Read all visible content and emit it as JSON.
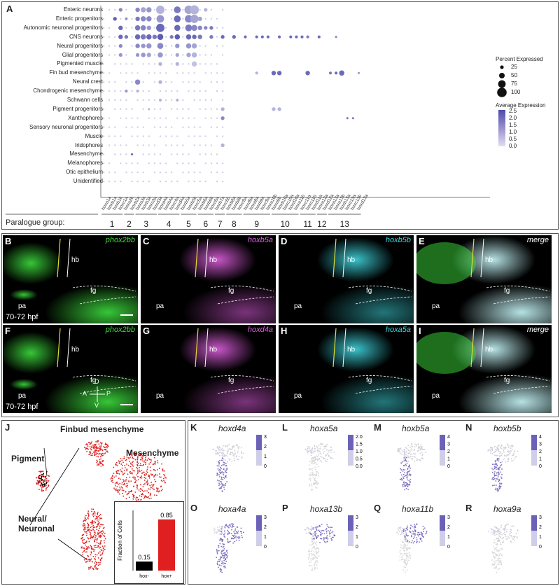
{
  "panel_a": {
    "letter": "A",
    "rows": [
      "Enteric neurons",
      "Enteric progenitors",
      "Autonomic neuronal progenitors",
      "CNS neurons",
      "Neural progenitors",
      "Glial progenitors",
      "Pigmented muscle",
      "Fin bud mesenchyme",
      "Neural crest",
      "Chondrogenic mesenchyme",
      "Schwann cells",
      "Pigment progenitors",
      "Xanthophores",
      "Sensory neuronal progenitors",
      "Muscle",
      "Iridophores",
      "Mesenchyme",
      "Melanophores",
      "Otic epithelium",
      "Unidentified"
    ],
    "genes": [
      "hoxa1a",
      "hoxb1a",
      "hoxb1b",
      "hoxc1a",
      "hoxa2b",
      "hoxb2a",
      "hoxa3a",
      "hoxb3a",
      "hoxc3a",
      "hoxd3a",
      "hoxa4a",
      "hoxb4a",
      "hoxc4a",
      "hoxd4a",
      "hoxb5a",
      "hoxb5b",
      "hoxc5a",
      "hoxb6a",
      "hoxb6b",
      "hoxc6a",
      "hoxb7a",
      "hoxc6b",
      "hoxb8a",
      "hoxb8b",
      "hoxc8a",
      "hoxd9a",
      "hoxa9a",
      "hoxb9a",
      "hoxc9a",
      "hoxa10b",
      "hoxa9b",
      "hoxb10a",
      "hoxc10a",
      "hoxd10a",
      "hoxa11b",
      "hoxc11a",
      "hoxc11b",
      "hoxd11a",
      "hoxa12a",
      "hoxd12a",
      "hoxa13a",
      "hoxa13b",
      "hoxb13a",
      "hoxc13a",
      "hoxc13b",
      "hoxd13a"
    ],
    "xlabel": "Paralogue group:",
    "groups": [
      "1",
      "2",
      "3",
      "4",
      "5",
      "6",
      "7",
      "8",
      "9",
      "10",
      "11",
      "12",
      "13"
    ],
    "legend_size_title": "Percent Expressed",
    "legend_size_values": [
      "25",
      "50",
      "75",
      "100"
    ],
    "legend_color_title": "Average Expression",
    "legend_color_ticks": [
      "2.5",
      "2.0",
      "1.5",
      "1.0",
      "0.5",
      "0.0"
    ]
  },
  "panel_micro": {
    "stage": "70-72 hpf",
    "row1": [
      {
        "letter": "B",
        "gene": "phox2bb",
        "color": "#3ddc3d"
      },
      {
        "letter": "C",
        "gene": "hoxb5a",
        "color": "#e060e0"
      },
      {
        "letter": "D",
        "gene": "hoxb5b",
        "color": "#40d8e0"
      },
      {
        "letter": "E",
        "gene": "merge",
        "color": "#ffffff"
      }
    ],
    "row2": [
      {
        "letter": "F",
        "gene": "phox2bb",
        "color": "#3ddc3d"
      },
      {
        "letter": "G",
        "gene": "hoxd4a",
        "color": "#e060e0"
      },
      {
        "letter": "H",
        "gene": "hoxa5a",
        "color": "#40d8e0"
      },
      {
        "letter": "I",
        "gene": "merge",
        "color": "#ffffff"
      }
    ],
    "labels": {
      "hb": "hb",
      "fg": "fg",
      "pa": "pa"
    },
    "axes": {
      "d": "D",
      "v": "V",
      "a": "A",
      "p": "P"
    }
  },
  "panel_j": {
    "letter": "J",
    "annotations": [
      "Finbud mesenchyme",
      "Mesenchyme",
      "Pigment",
      "Neural/\nNeuronal"
    ],
    "legend": [
      {
        "name": "hox-",
        "color": "#000000"
      },
      {
        "name": "hox+",
        "color": "#e02020"
      }
    ]
  },
  "chart_data": {
    "type": "bar",
    "categories": [
      "hox-",
      "hox+"
    ],
    "values": [
      0.15,
      0.85
    ],
    "ylabel": "Fraction of Cells",
    "ylim": [
      0,
      1
    ],
    "colors": [
      "#000000",
      "#e02020"
    ]
  },
  "panel_umap": [
    {
      "letter": "K",
      "gene": "hoxd4a",
      "ticks": [
        "3",
        "2",
        "1",
        "0"
      ]
    },
    {
      "letter": "L",
      "gene": "hoxa5a",
      "ticks": [
        "2.0",
        "1.5",
        "1.0",
        "0.5",
        "0.0"
      ]
    },
    {
      "letter": "M",
      "gene": "hoxb5a",
      "ticks": [
        "4",
        "3",
        "2",
        "1",
        "0"
      ]
    },
    {
      "letter": "N",
      "gene": "hoxb5b",
      "ticks": [
        "4",
        "3",
        "2",
        "1",
        "0"
      ]
    },
    {
      "letter": "O",
      "gene": "hoxa4a",
      "ticks": [
        "3",
        "2",
        "1",
        "0"
      ]
    },
    {
      "letter": "P",
      "gene": "hoxa13b",
      "ticks": [
        "3",
        "2",
        "1",
        "0"
      ]
    },
    {
      "letter": "Q",
      "gene": "hoxa11b",
      "ticks": [
        "3",
        "2",
        "1",
        "0"
      ]
    },
    {
      "letter": "R",
      "gene": "hoxa9a",
      "ticks": [
        "3",
        "2",
        "1",
        "0"
      ]
    }
  ]
}
